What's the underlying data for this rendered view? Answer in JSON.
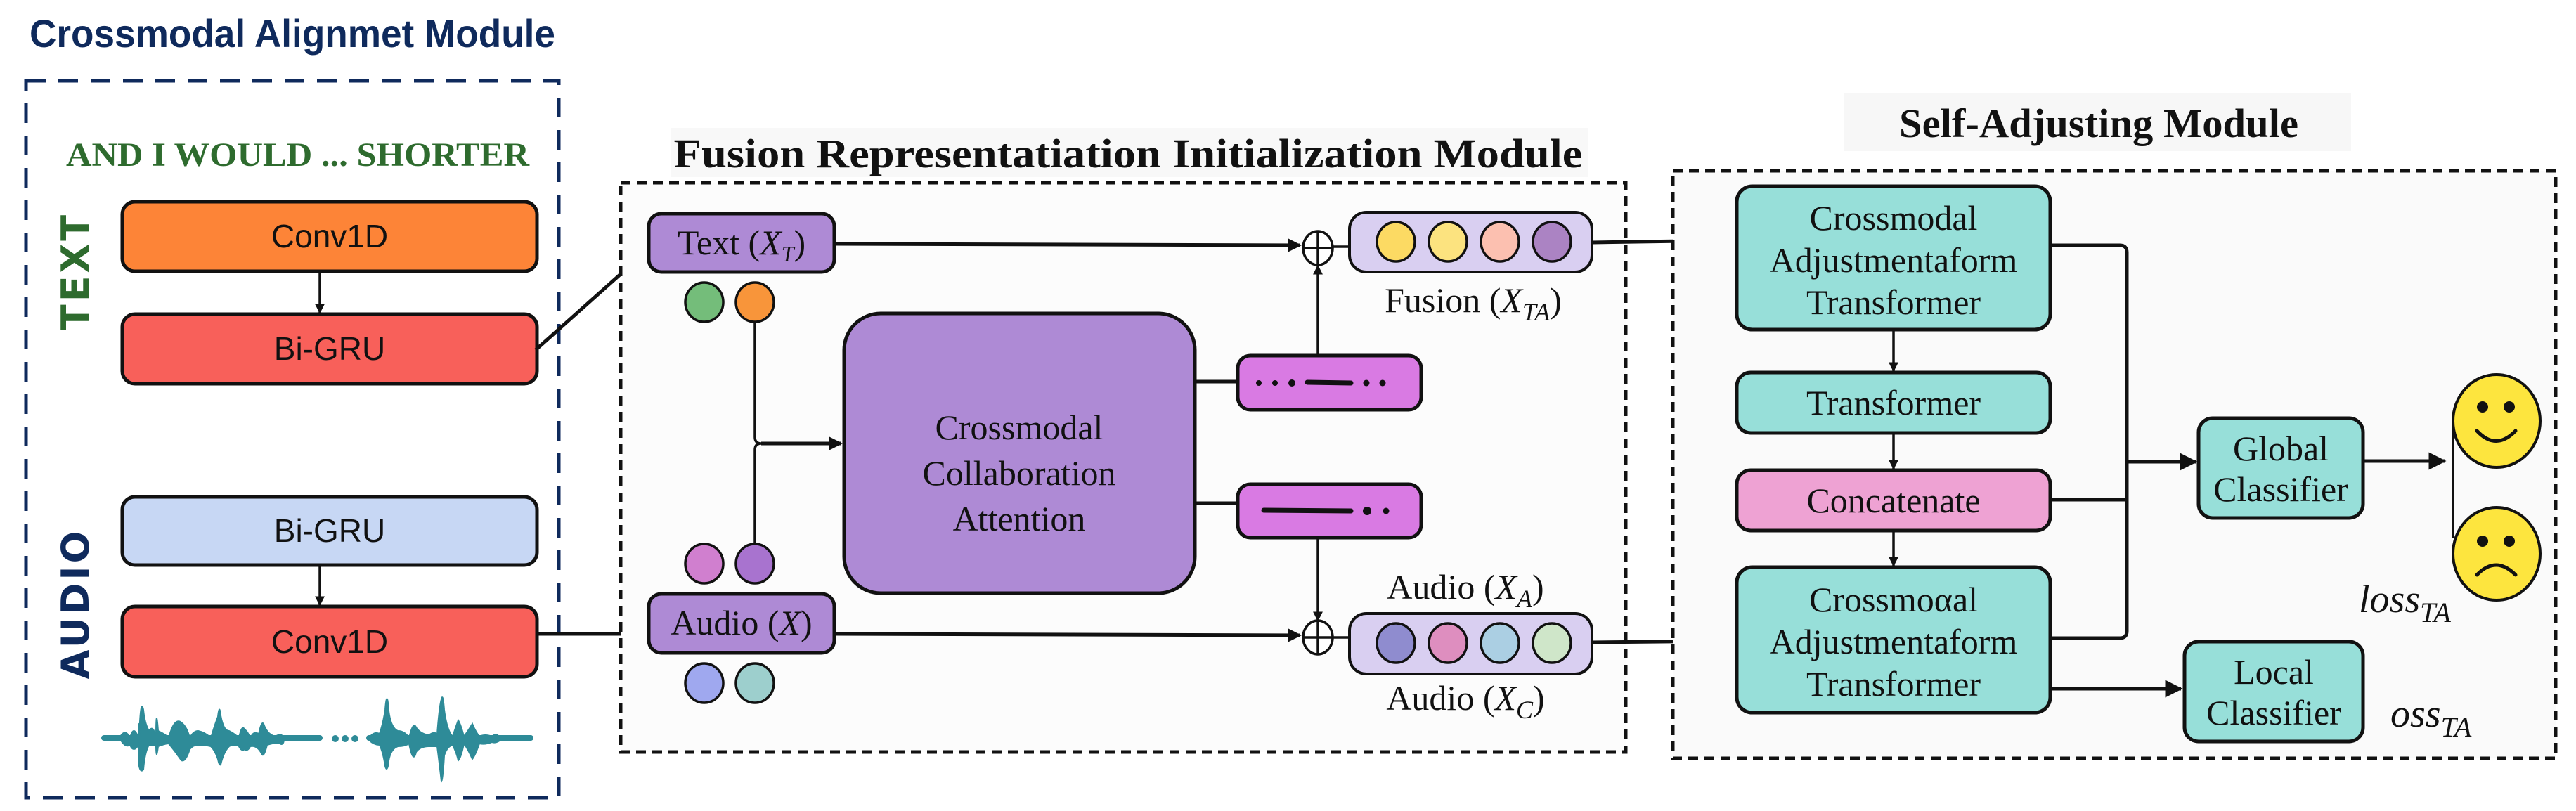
{
  "colors": {
    "navy": "#0f2a5c",
    "green": "#2e6b2e",
    "orange": "#fd8437",
    "red": "#f8605a",
    "light_blue": "#c7d7f4",
    "purple": "#ae8ad5",
    "magenta": "#d97ae3",
    "lavender": "#d9cff1",
    "teal": "#97dfd9",
    "pink": "#eea2d3",
    "yellow": "#fde53e",
    "wave": "#2e8b98"
  },
  "alignment_module": {
    "title": "Crossmodal Alignmet Module",
    "sentence": "AND I WOULD ... SHORTER",
    "text_branch": {
      "label": "TEXT",
      "conv": "Conv1D",
      "gru": "Bi-GRU"
    },
    "audio_branch": {
      "label": "AUDIO",
      "gru": "Bi-GRU",
      "conv": "Conv1D",
      "waveform_icon": "audio-waveform",
      "waveform_ellipsis": "..."
    }
  },
  "fusion_module": {
    "title": "Fusion Representatiation Initialization Module",
    "text_input": {
      "label": "Text (",
      "var": "X",
      "sub": "T",
      "close": ")",
      "token_colors": [
        "#74bd7a",
        "#f8953a"
      ]
    },
    "audio_input": {
      "label": "Audio (",
      "var": "X",
      "sub": "",
      "close": ")",
      "token_colors_top": [
        "#d07fcf",
        "#a873cf"
      ],
      "token_colors_bottom": [
        "#9fa8ef",
        "#9dcfcd"
      ]
    },
    "attention": {
      "lines": [
        "Crossmodal",
        "Collaboration",
        "Attention"
      ]
    },
    "attention_outputs": [
      {
        "pattern": "dots-dash-dots"
      },
      {
        "pattern": "dash-dots"
      }
    ],
    "fusion_vector": {
      "label": "Fusion (",
      "var": "X",
      "sub": "TA",
      "close": ")",
      "token_colors": [
        "#fcda63",
        "#fce37f",
        "#fcc0b0",
        "#ab83c3"
      ]
    },
    "audio_vector": {
      "label_top": {
        "label": "Audio (",
        "var": "X",
        "sub": "A",
        "close": ")"
      },
      "label_bottom": {
        "label": "Audio (",
        "var": "X",
        "sub": "C",
        "close": ")"
      },
      "token_colors": [
        "#8f8ccf",
        "#de8ebf",
        "#abcfe3",
        "#cfe6c9"
      ]
    },
    "operator_icon": "circled-plus"
  },
  "self_adjusting_module": {
    "title": "Self-Adjusting Module",
    "cat_top": {
      "lines": [
        "Crossmodal",
        "Adjustmentaform",
        "Transformer"
      ]
    },
    "transformer": "Transformer",
    "concatenate": "Concatenate",
    "cat_bottom": {
      "lines": [
        "Crossmoαal",
        "Adjustmentaform",
        "Transformer"
      ]
    },
    "global_classifier": {
      "lines": [
        "Global",
        "Classifier"
      ]
    },
    "local_classifier": {
      "lines": [
        "Local",
        "Classifier"
      ]
    },
    "outputs": {
      "positive_icon": "smiley-face",
      "negative_icon": "frowning-face"
    },
    "loss_global": {
      "main": "loss",
      "sub": "TA"
    },
    "loss_local": {
      "main": "oss",
      "sub": "TA"
    }
  }
}
